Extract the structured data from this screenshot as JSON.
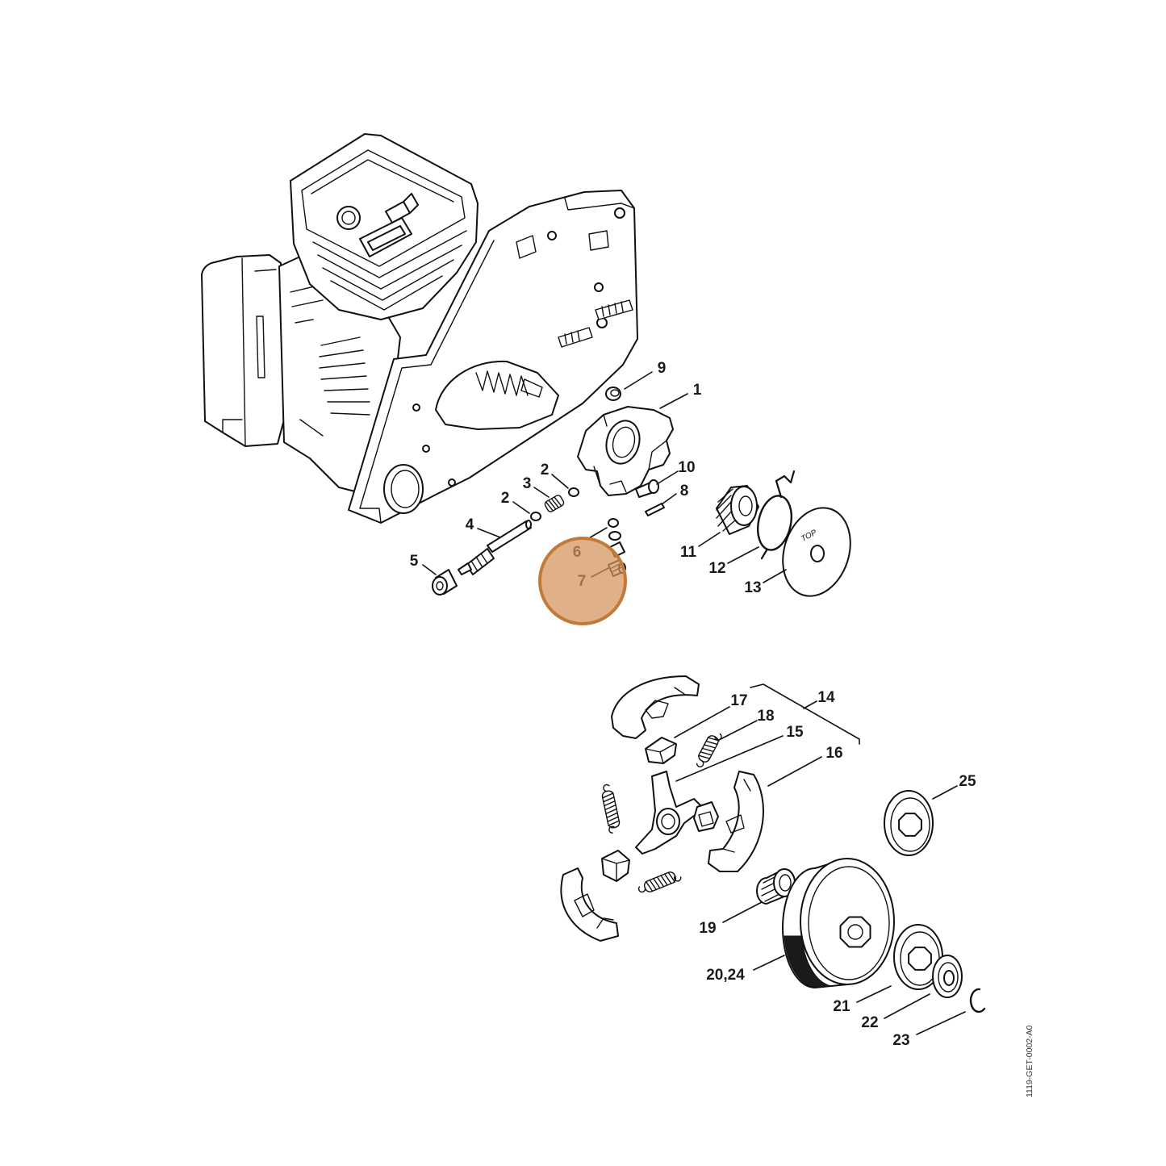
{
  "diagram": {
    "callouts": [
      "9",
      "1",
      "10",
      "8",
      "2",
      "3",
      "2",
      "4",
      "5",
      "6",
      "7",
      "11",
      "12",
      "13",
      "17",
      "18",
      "14",
      "15",
      "16",
      "25",
      "19",
      "20,24",
      "21",
      "22",
      "23"
    ],
    "washer_marking": "TOP",
    "drawing_code": "1119-GET-0002-A0"
  },
  "colors": {
    "highlight_fill": "#d4935a",
    "highlight_stroke": "#c27a3b"
  }
}
